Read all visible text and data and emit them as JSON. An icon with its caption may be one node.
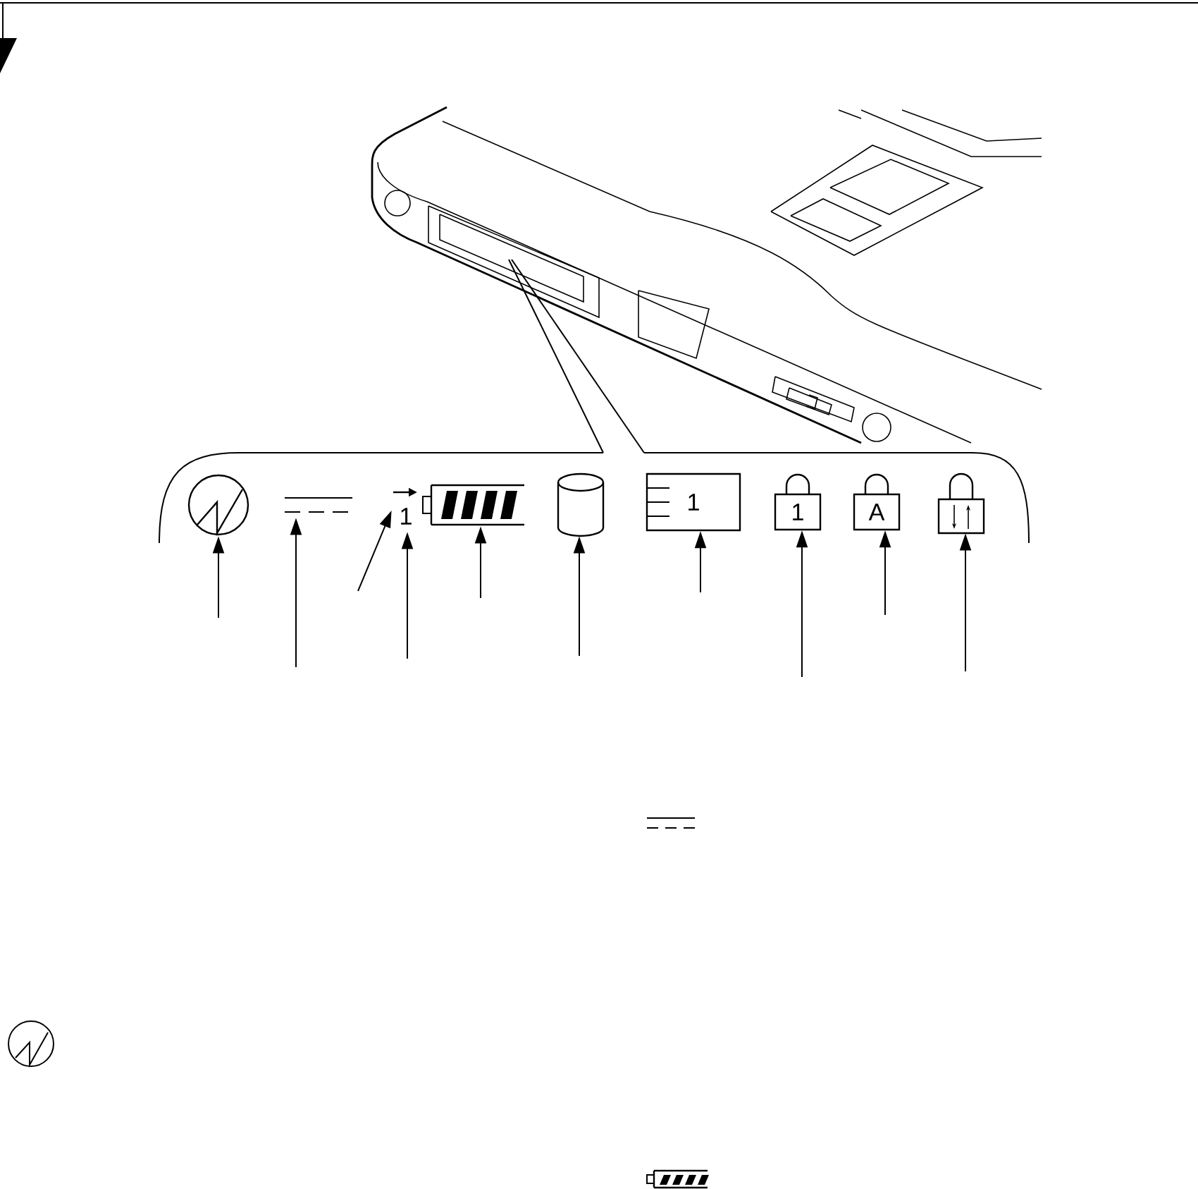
{
  "diagram": {
    "nodes": [
      {
        "text": [],
        "shape": "circle"
      },
      {
        "text": [],
        "shape": "lines"
      },
      {
        "text": [
          "1"
        ]
      },
      {
        "text": [],
        "shape": "battery"
      },
      {
        "text": [],
        "shape": "cylinder"
      },
      {
        "text": [
          "1"
        ]
      },
      {
        "text": [
          "1"
        ]
      },
      {
        "text": [
          "A"
        ]
      },
      {
        "text": [],
        "shape": "padlock"
      }
    ],
    "edges": [
      {
        "from": null,
        "to": 0,
        "arrow": "to"
      },
      {
        "from": null,
        "to": 1,
        "arrow": "to"
      },
      {
        "from": null,
        "to": 2,
        "arrow": "to"
      },
      {
        "from": null,
        "to": 2,
        "arrow": "to"
      },
      {
        "from": null,
        "to": 3,
        "arrow": "to"
      },
      {
        "from": null,
        "to": 4,
        "arrow": "to"
      },
      {
        "from": null,
        "to": 5,
        "arrow": "to"
      },
      {
        "from": null,
        "to": 6,
        "arrow": "to"
      },
      {
        "from": null,
        "to": 7,
        "arrow": "to"
      },
      {
        "from": null,
        "to": 8,
        "arrow": "to"
      }
    ]
  }
}
